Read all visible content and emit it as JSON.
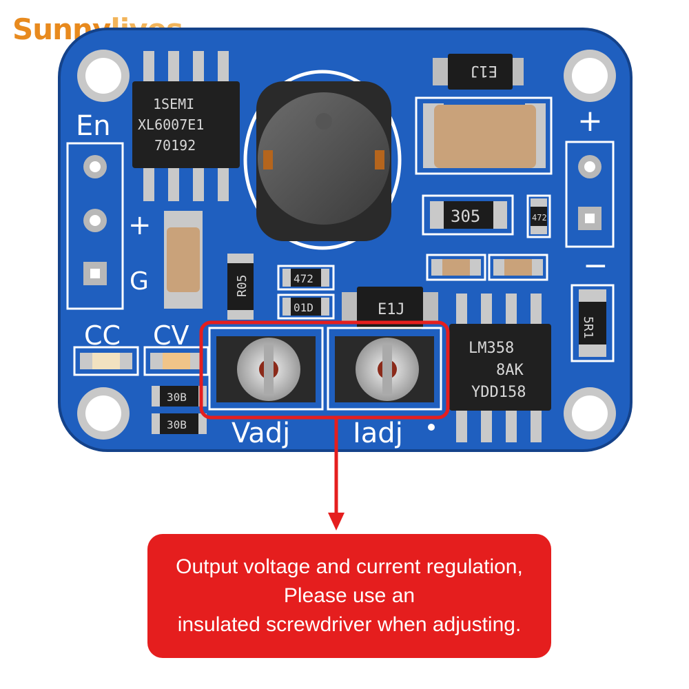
{
  "brand": {
    "part1": "Sunny",
    "part2": "lives",
    "color1": "#e88a1e",
    "color2": "#f2b45a"
  },
  "board": {
    "color": "#1f5fbf",
    "labels": {
      "en": "En",
      "plus_left": "+",
      "g": "G",
      "cc": "CC",
      "cv": "CV",
      "plus_right": "+",
      "minus_right": "−",
      "vadj": "Vadj",
      "iadj": "Iadj"
    },
    "chips": {
      "xl_line1": "1SEMI",
      "xl_line2": "XL6007E1",
      "xl_line3": "70192",
      "lm_line1": "LM358",
      "lm_line2": "8AK",
      "lm_line3": "YDD158"
    },
    "parts": {
      "diode_top": "E1J",
      "diode_mid": "E1J",
      "res_305": "305",
      "res_472_a": "472",
      "res_472_b": "472",
      "res_01d": "01D",
      "res_r05": "R05",
      "res_5r1": "5R1",
      "res_30b_a": "30B",
      "res_30b_b": "30B"
    }
  },
  "highlight_color": "#e51e1e",
  "callout": {
    "line1": "Output voltage and current regulation,",
    "line2": "Please use an",
    "line3": "insulated screwdriver when adjusting."
  }
}
